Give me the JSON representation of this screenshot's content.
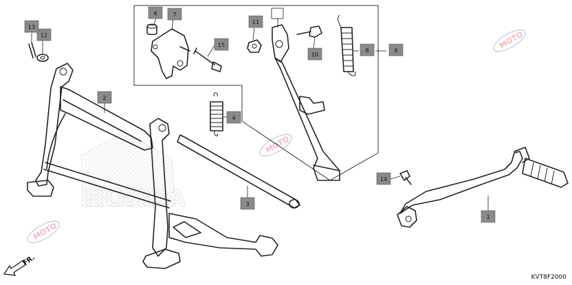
{
  "callouts": [
    {
      "id": "c1",
      "label": "1",
      "style": "grey"
    },
    {
      "id": "c2",
      "label": "2",
      "style": "grey"
    },
    {
      "id": "c3",
      "label": "3",
      "style": "grey"
    },
    {
      "id": "c4",
      "label": "4",
      "style": "grey"
    },
    {
      "id": "c5",
      "label": "",
      "style": "white"
    },
    {
      "id": "c6",
      "label": "6",
      "style": "grey"
    },
    {
      "id": "c7",
      "label": "7",
      "style": "grey"
    },
    {
      "id": "c8",
      "label": "8",
      "style": "grey"
    },
    {
      "id": "c9",
      "label": "9",
      "style": "grey"
    },
    {
      "id": "c10",
      "label": "10",
      "style": "grey"
    },
    {
      "id": "c11",
      "label": "11",
      "style": "grey"
    },
    {
      "id": "c12",
      "label": "12",
      "style": "grey"
    },
    {
      "id": "c13",
      "label": "13",
      "style": "grey"
    },
    {
      "id": "c14",
      "label": "14",
      "style": "grey"
    },
    {
      "id": "c15",
      "label": "15",
      "style": "grey"
    }
  ],
  "direction_label": "FR.",
  "diagram_code": "KVT8F2000",
  "watermark_text": "MOTO",
  "brand_watermark": "HONDA",
  "colors": {
    "callout_grey": "#8a8a8a",
    "line": "#222222",
    "watermark_red": "#e0303a",
    "watermark_blue": "#3a5fc8"
  }
}
